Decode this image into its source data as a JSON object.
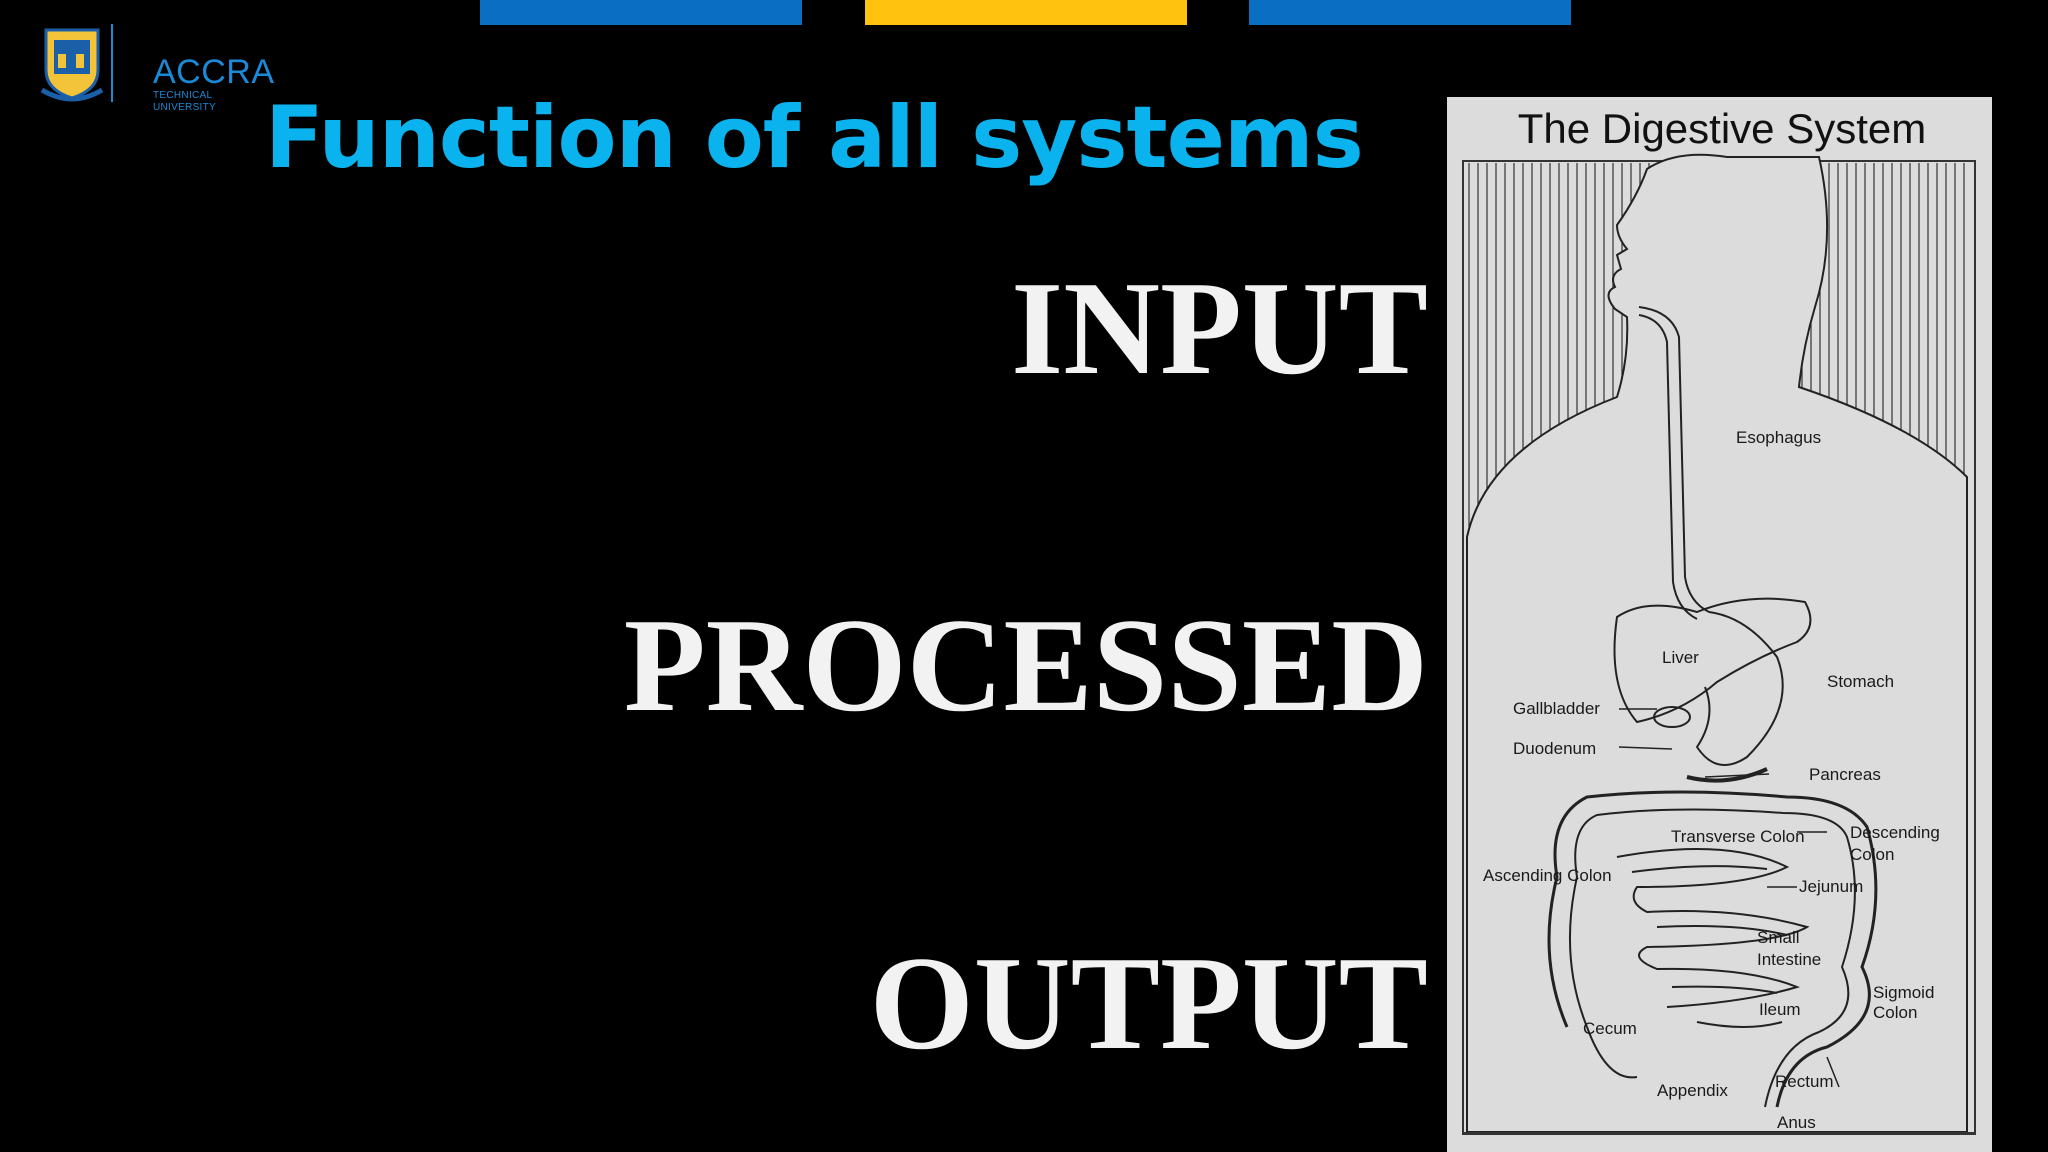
{
  "logo": {
    "name": "ACCRA",
    "subtitle": "TECHNICAL UNIVERSITY"
  },
  "title": "Function of all systems",
  "words": [
    "INPUT",
    "PROCESSED",
    "OUTPUT"
  ],
  "diagram": {
    "title": "The Digestive System",
    "labels": {
      "esophagus": "Esophagus",
      "liver": "Liver",
      "stomach": "Stomach",
      "gallbladder": "Gallbladder",
      "duodenum": "Duodenum",
      "pancreas": "Pancreas",
      "transverse_colon": "Transverse Colon",
      "descending": "Descending",
      "descending_colon": "Colon",
      "ascending_colon": "Ascending Colon",
      "jejunum": "Jejunum",
      "small": "Small",
      "intestine": "Intestine",
      "sigmoid": "Sigmoid",
      "sigmoid_colon": "Colon",
      "ileum": "Ileum",
      "cecum": "Cecum",
      "rectum": "Rectum",
      "appendix": "Appendix",
      "anus": "Anus"
    }
  },
  "colors": {
    "accent": "#0bb3ee",
    "blue_bar": "#0a6ec2",
    "yellow_bar": "#ffc20e"
  }
}
